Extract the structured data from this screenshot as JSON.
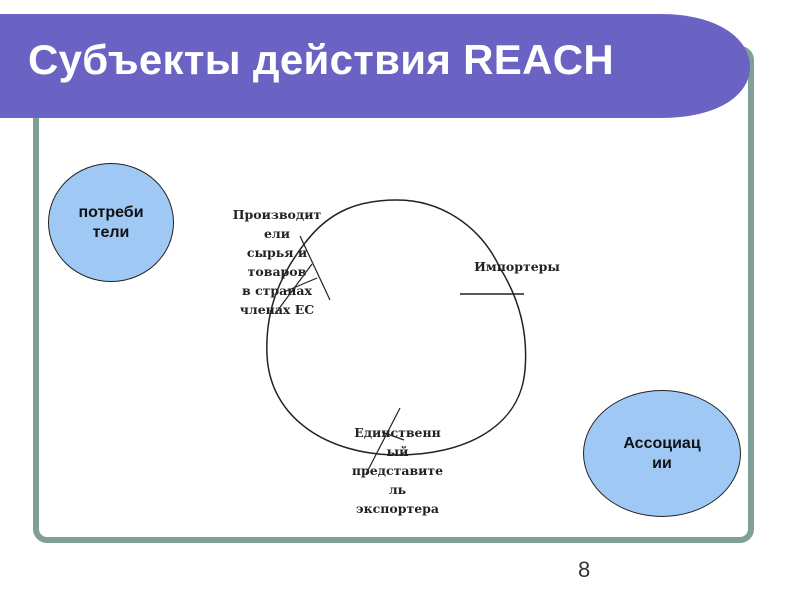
{
  "slide": {
    "title": "Субъекты действия REACH",
    "page_number": "8"
  },
  "colors": {
    "banner": "#6a63c4",
    "frame": "#7f9f98",
    "bubble_fill": "#9fc9f4"
  },
  "bubbles": {
    "consumers": [
      "потреби",
      "тели"
    ],
    "associations": [
      "Ассоциац",
      "ии"
    ]
  },
  "cycle_nodes": {
    "producers": [
      "Производит",
      "ели",
      "сырья и",
      "товаров",
      "в странах",
      "членах ЕС"
    ],
    "importers": [
      "Импортеры"
    ],
    "representative": [
      "Единственн",
      "ый",
      "представите",
      "ль",
      "экспортера"
    ]
  }
}
